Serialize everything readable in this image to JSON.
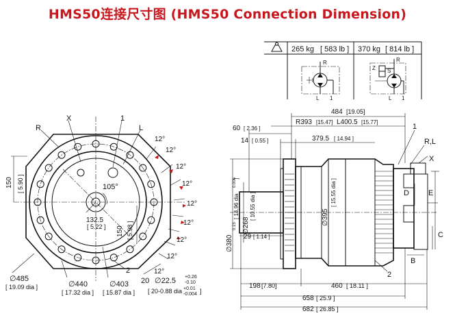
{
  "title": {
    "cn": "HMS50连接尺寸图",
    "en": "(HMS50 Connection Dimension)"
  },
  "weight_table": {
    "weight_a": "265 kg",
    "weight_a_lb": "[ 583 lb ]",
    "weight_b": "370 kg",
    "weight_b_lb": "[ 814 lb ]"
  },
  "schematic_a": {
    "port_r": "R",
    "port_l": "L",
    "port_1": "1"
  },
  "schematic_b": {
    "port_r": "R",
    "port_z": "Z",
    "port_s": "S",
    "port_l": "L",
    "port_1": "1"
  },
  "front_view": {
    "label_x": "X",
    "label_1": "1",
    "label_r": "R",
    "label_l": "L",
    "label_2": "2",
    "angle_105": "105°",
    "angles_12": [
      "12°",
      "12°",
      "12°",
      "12°",
      "12°",
      "12°",
      "12°",
      "12°",
      "12°"
    ],
    "dim_150_left": "150",
    "dim_150_left_in": "[ 5.90 ]",
    "dim_150_right": "150",
    "dim_150_right_in": "[ 5.98 ]",
    "dim_132": "132.5",
    "dim_132_in": "[ 5.22 ]",
    "dia_485": "∅485",
    "dia_485_in": "[ 19.09 dia ]",
    "dia_440": "∅440",
    "dia_440_in": "[ 17.32 dia ]",
    "dia_403": "∅403",
    "dia_403_in": "[ 15.87 dia ]",
    "holes_count": "20",
    "hole_dia": "∅22.5",
    "hole_tol_plus": "+0.26",
    "hole_tol_minus": "-0.10",
    "hole_in": "[ 20-0.88 dia",
    "hole_in_tol_plus": "+0.01",
    "hole_in_tol_minus": "-0.004",
    "hole_in_end": "]"
  },
  "side_view": {
    "dim_484": "484",
    "dim_484_in": "[19.05]",
    "dim_r393": "R393",
    "dim_r393_in": "[15.47]",
    "dim_l400": "L400.5",
    "dim_l400_in": "[15.77]",
    "dim_60": "60",
    "dim_60_in": "[ 2.36 ]",
    "dim_14": "14",
    "dim_14_in": "[ 0.55 ]",
    "dim_379": "379.5",
    "dim_379_in": "[ 14.94 ]",
    "dim_29": "29",
    "dim_29_in": "[ 1.14 ]",
    "dia_380": "∅380",
    "dia_380_tol": "0.15",
    "dia_380_in": "[ 14.96 dia",
    "dia_380_in_tol": "0.006",
    "dia_380_in_end": "]",
    "dia_268": "∅268",
    "dia_268_in": "[ 10.55 dia ]",
    "dia_395": "∅395",
    "dia_395_in": "[ 15.55 dia ]",
    "dim_198": "198",
    "dim_198_in": "[7.80]",
    "dim_460": "460",
    "dim_460_in": "[ 18.11 ]",
    "dim_658": "658",
    "dim_658_in": "[ 25.9 ]",
    "dim_682": "682",
    "dim_682_in": "[ 26.85 ]",
    "label_1": "1",
    "label_rl": "R,L",
    "label_x": "X",
    "label_2": "2",
    "label_d": "D",
    "label_e": "E",
    "label_b": "B",
    "label_c": "C"
  }
}
